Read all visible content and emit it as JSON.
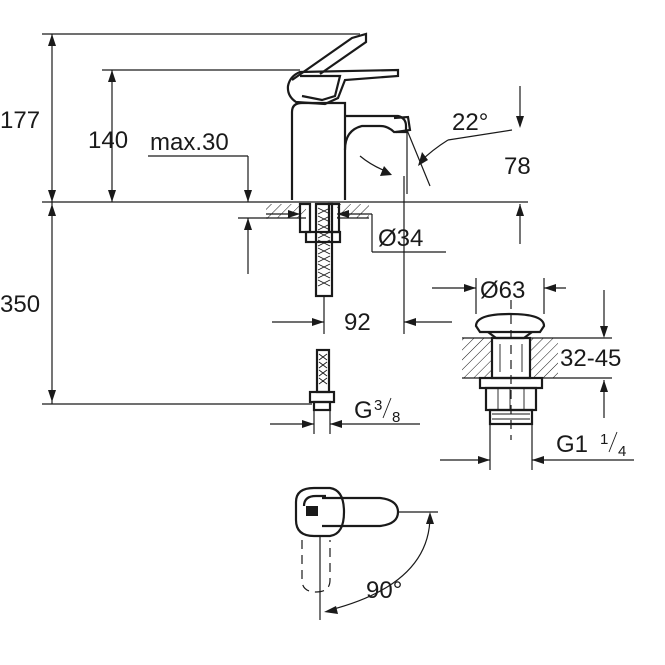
{
  "dimensions": {
    "total_height": "177",
    "spout_height": "140",
    "max_thickness": "max.30",
    "spout_angle": "22°",
    "spout_reach": "78",
    "hole_diameter": "Ø34",
    "overall_depth": "92",
    "supply_length": "350",
    "supply_thread": "G",
    "supply_thread_num": "3",
    "supply_thread_den": "8",
    "waste_cap_diameter": "Ø63",
    "basin_thickness": "32-45",
    "waste_thread": "G1",
    "waste_thread_num": "1",
    "waste_thread_den": "4",
    "lever_rotation": "90°"
  }
}
